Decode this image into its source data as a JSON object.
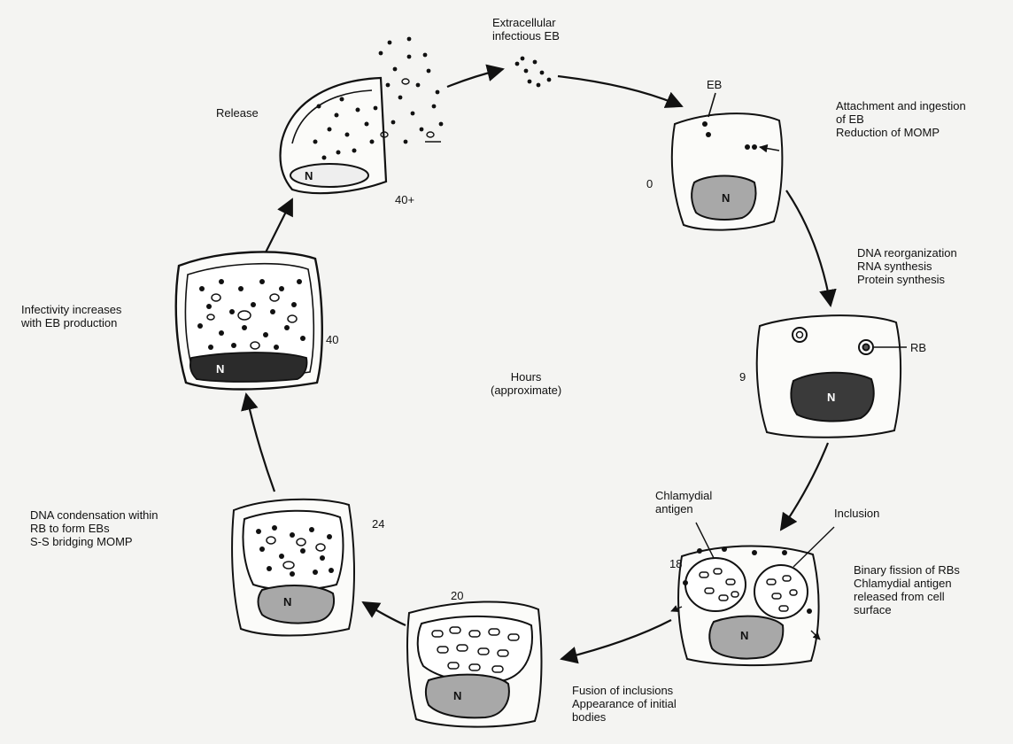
{
  "diagram": {
    "labels": {
      "extracellular_eb": "Extracellular\ninfectious EB",
      "release": "Release",
      "eb_pointer": "EB",
      "attachment": "Attachment and ingestion\nof EB\nReduction of MOMP",
      "dna_reorg": "DNA reorganization\nRNA synthesis\nProtein synthesis",
      "rb_pointer": "RB",
      "infectivity": "Infectivity increases\nwith EB production",
      "hours": "Hours\n(approximate)",
      "chlamydial_antigen": "Chlamydial\nantigen",
      "inclusion": "Inclusion",
      "binary_fission": "Binary fission of RBs\nChlamydial antigen\nreleased from cell\nsurface",
      "dna_condensation": "DNA condensation within\nRB to form EBs\nS-S bridging MOMP",
      "fusion": "Fusion of inclusions\nAppearance of initial\nbodies"
    },
    "stages": {
      "t0": "0",
      "t9": "9",
      "t18": "18",
      "t20": "20",
      "t24": "24",
      "t40": "40",
      "t40plus": "40+"
    },
    "nucleus_label": "N"
  }
}
